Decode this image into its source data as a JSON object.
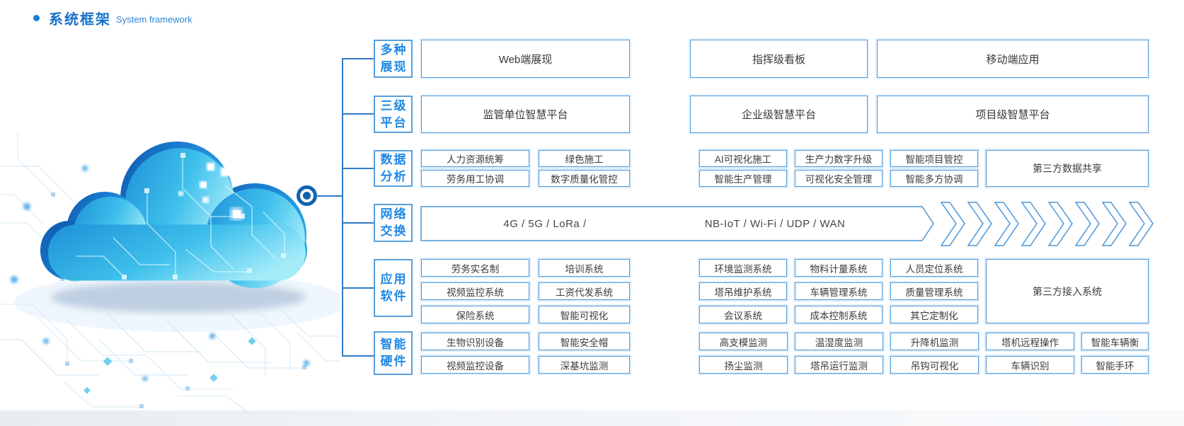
{
  "title": {
    "zh": "系统框架",
    "en": "System framework"
  },
  "colors": {
    "accent_blue": "#1b7fd4",
    "box_border": "#4a96d8",
    "box_halo": "#ddeefb",
    "category_text": "#1e88e5",
    "connector_line": "#2e7cc6",
    "item_text": "#3b3b3b",
    "cloud_dark": "#0f5cb0",
    "cloud_light": "#7fdbf2"
  },
  "tree": {
    "rows": [
      {
        "id": "display",
        "category": [
          "多种",
          "展现"
        ],
        "boxes": [
          "Web端展现",
          "指挥级看板",
          "移动端应用"
        ]
      },
      {
        "id": "platforms",
        "category": [
          "三级",
          "平台"
        ],
        "boxes": [
          "监管单位智慧平台",
          "企业级智慧平台",
          "项目级智慧平台"
        ]
      },
      {
        "id": "data-analysis",
        "category": [
          "数据",
          "分析"
        ],
        "left": [
          [
            "人力资源统筹",
            "绿色施工"
          ],
          [
            "劳务用工协调",
            "数字质量化管控"
          ]
        ],
        "right": [
          [
            "AI可视化施工",
            "生产力数字升级",
            "智能项目管控"
          ],
          [
            "智能生产管理",
            "可视化安全管理",
            "智能多方协调"
          ]
        ],
        "tall": "第三方数据共享"
      },
      {
        "id": "network",
        "category": [
          "网络",
          "交换"
        ],
        "label_left": "4G / 5G / LoRa /",
        "label_right": "NB-IoT / Wi-Fi / UDP / WAN"
      },
      {
        "id": "app-software",
        "category": [
          "应用",
          "软件"
        ],
        "left": [
          [
            "劳务实名制",
            "培训系统"
          ],
          [
            "视频监控系统",
            "工资代发系统"
          ],
          [
            "保险系统",
            "智能可视化"
          ]
        ],
        "right": [
          [
            "环境监测系统",
            "物料计量系统",
            "人员定位系统"
          ],
          [
            "塔吊维护系统",
            "车辆管理系统",
            "质量管理系统"
          ],
          [
            "会议系统",
            "成本控制系统",
            "其它定制化"
          ]
        ],
        "tall": "第三方接入系统"
      },
      {
        "id": "smart-hardware",
        "category": [
          "智能",
          "硬件"
        ],
        "left": [
          [
            "生物识别设备",
            "智能安全帽"
          ],
          [
            "视频监控设备",
            "深基坑监测"
          ]
        ],
        "right": [
          [
            "高支模监测",
            "温湿度监测",
            "升降机监测",
            "塔机远程操作",
            "智能车辆衡"
          ],
          [
            "扬尘监测",
            "塔吊运行监测",
            "吊钩可视化",
            "车辆识别",
            "智能手环"
          ]
        ]
      }
    ]
  }
}
